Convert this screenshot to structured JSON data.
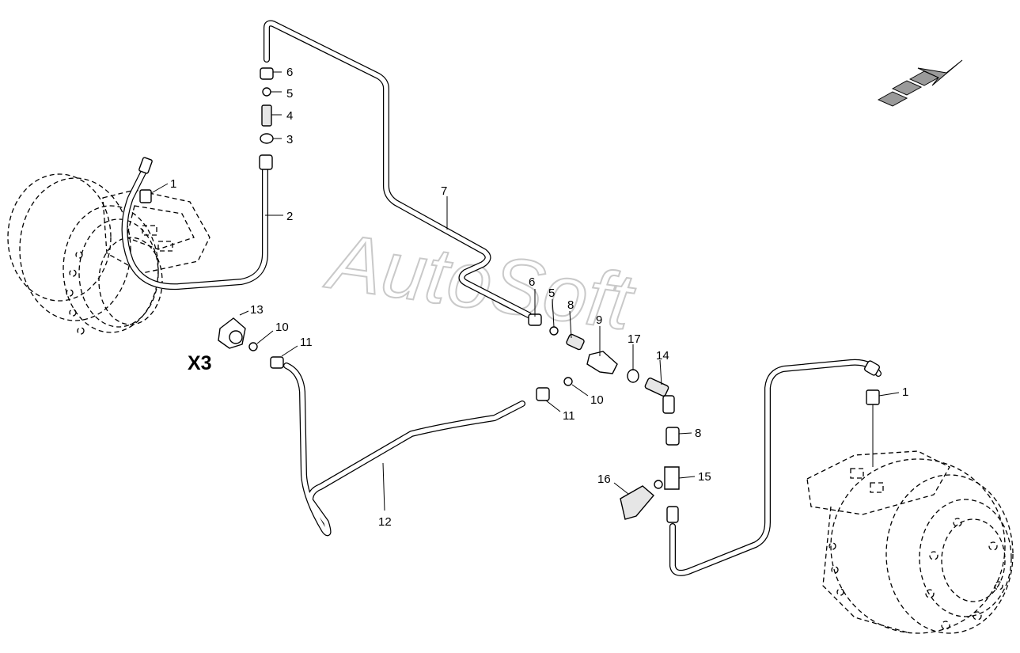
{
  "watermark": "AutoSoft",
  "view_label": "X3",
  "callouts": {
    "c1a": "1",
    "c2": "2",
    "c3": "3",
    "c4": "4",
    "c5a": "5",
    "c6a": "6",
    "c7": "7",
    "c6b": "6",
    "c5b": "5",
    "c8a": "8",
    "c9": "9",
    "c17": "17",
    "c14": "14",
    "c13": "13",
    "c10a": "10",
    "c11a": "11",
    "c10b": "10",
    "c11b": "11",
    "c12": "12",
    "c1b": "1",
    "c8b": "8",
    "c15": "15",
    "c16": "16"
  },
  "colors": {
    "line": "#000000",
    "arrow_fill": "#9a9a9a",
    "watermark_stroke": "#c9c9c9"
  },
  "icons": [
    "direction-arrow-icon"
  ]
}
